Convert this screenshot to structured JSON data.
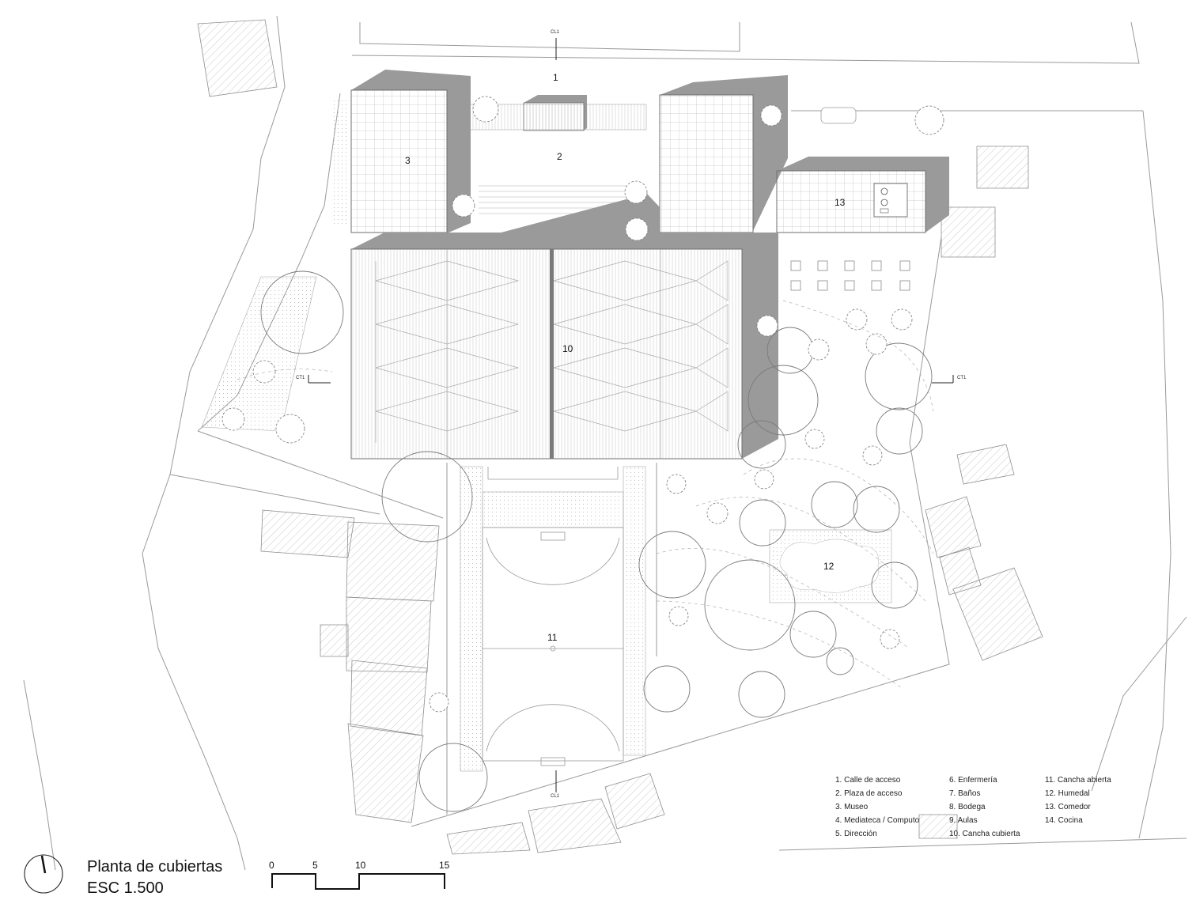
{
  "plan_labels": {
    "n1": "1",
    "n2": "2",
    "n3": "3",
    "n10": "10",
    "n11": "11",
    "n12": "12",
    "n13": "13"
  },
  "section_marks": {
    "cl_top": "CL1",
    "cl_bottom": "CL1",
    "ct_left": "CT1",
    "ct_right": "CT1"
  },
  "legend": {
    "col1": [
      "1. Calle de acceso",
      "2. Plaza de acceso",
      "3. Museo",
      "4. Mediateca / Computo",
      "5. Dirección"
    ],
    "col2": [
      "6. Enfermería",
      "7. Baños",
      "8. Bodega",
      "9. Aulas",
      "10. Cancha cubierta"
    ],
    "col3": [
      "11. Cancha abierta",
      "12. Humedal",
      "13. Comedor",
      "14. Cocina"
    ]
  },
  "title": {
    "line1": "Planta de cubiertas",
    "line2": "ESC 1.500"
  },
  "scale_bar": {
    "ticks": [
      "0",
      "5",
      "10",
      "15"
    ]
  },
  "colors": {
    "roof_shadow": "#9a9a9a",
    "line": "#8a8a8a",
    "hatch": "#b8b8b8",
    "ink": "#111111"
  }
}
